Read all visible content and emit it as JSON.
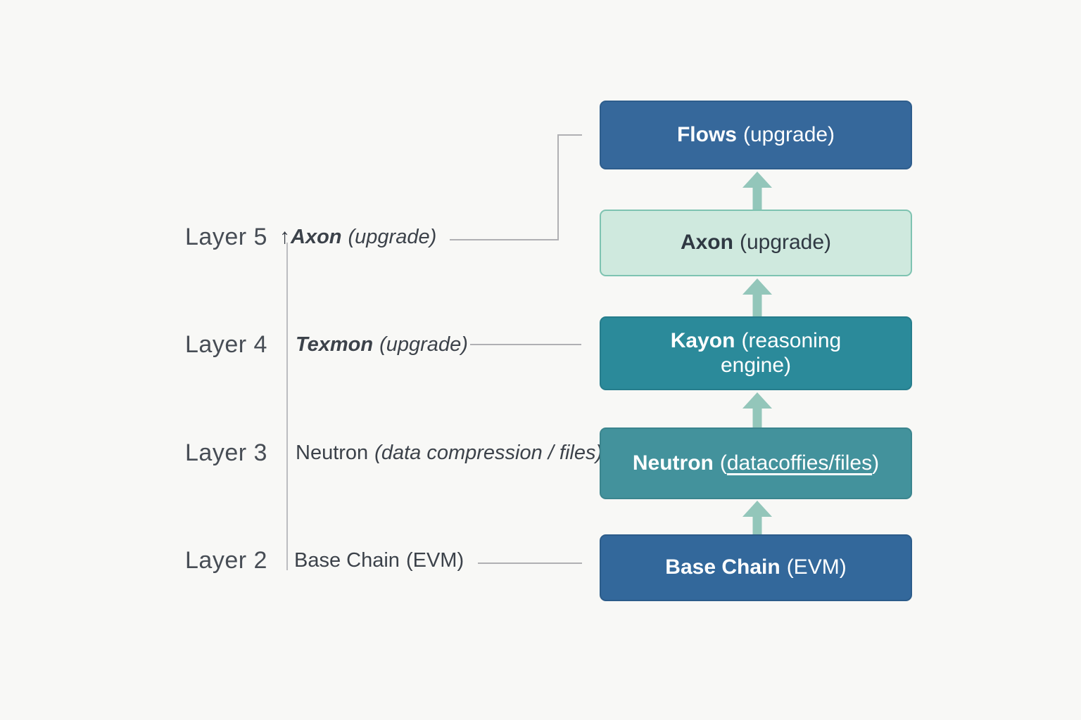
{
  "canvas": {
    "bg": "#f8f8f6"
  },
  "left_panel": {
    "rows": [
      {
        "label": "Layer 5",
        "arrow_prefix": "↑",
        "name": "Axon",
        "detail": "(upgrade)"
      },
      {
        "label": "Layer 4",
        "name": "Texmon",
        "detail": "(upgrade)"
      },
      {
        "label": "Layer 3",
        "name": "Neutron",
        "detail": "(data compression / files)"
      },
      {
        "label": "Layer 2",
        "name": "Base Chain",
        "detail": "(EVM)"
      }
    ]
  },
  "stack": {
    "boxes": [
      {
        "title": "Flows",
        "subtitle": "(upgrade)",
        "bg": "#36689b",
        "fg": "#ffffff",
        "border": "#2e5d8c"
      },
      {
        "title": "Axon",
        "subtitle": "(upgrade)",
        "bg": "#cfe9de",
        "fg": "#2f3842",
        "border": "#7ec3b1"
      },
      {
        "title": "Kayon",
        "subtitle": "(reasoning engine)",
        "bg": "#2b8a9a",
        "fg": "#ffffff",
        "border": "#267d8c"
      },
      {
        "title": "Neutron",
        "subtitle_open": "(",
        "subtitle_link": "datacoffies/files",
        "subtitle_close": ")",
        "bg": "#43929c",
        "fg": "#ffffff",
        "border": "#3b858e"
      },
      {
        "title": "Base Chain",
        "subtitle": "(EVM)",
        "bg": "#33689b",
        "fg": "#ffffff",
        "border": "#2c5c8a"
      }
    ],
    "arrow_color": "#93c6ba"
  },
  "connectors": {
    "line_color": "#b0b0b3"
  }
}
